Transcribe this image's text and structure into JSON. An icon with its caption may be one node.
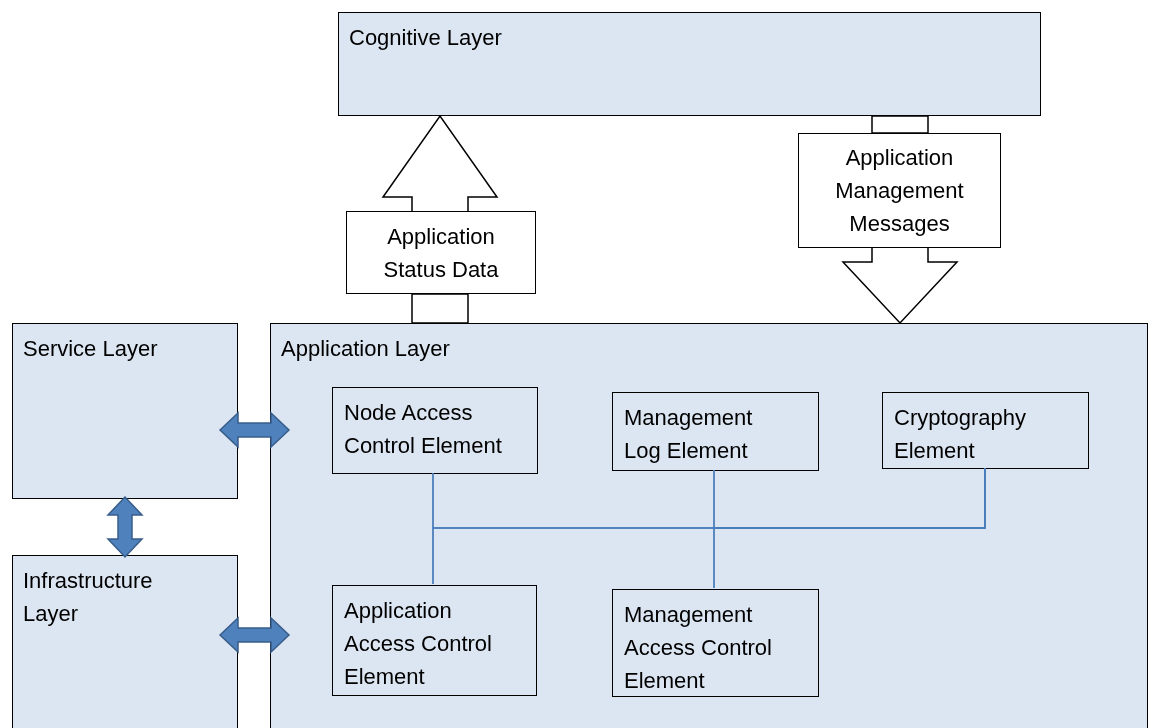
{
  "diagram": {
    "nodes": [
      {
        "text": [
          "Cognitive Layer"
        ]
      },
      {
        "text": [
          "Application Status Data"
        ]
      },
      {
        "text": [
          "Application Management Messages"
        ]
      },
      {
        "text": [
          "Service Layer"
        ]
      },
      {
        "text": [
          "Application Layer"
        ]
      },
      {
        "text": [
          "Node Access Control Element"
        ],
        "in": 4
      },
      {
        "text": [
          "Management Log Element"
        ],
        "in": 4
      },
      {
        "text": [
          "Cryptography Element"
        ],
        "in": 4
      },
      {
        "text": [
          "Infrastructure Layer"
        ]
      },
      {
        "text": [
          "Application Access Control Element"
        ],
        "in": 4
      },
      {
        "text": [
          "Management Access Control Element"
        ],
        "in": 4
      }
    ],
    "edges": [
      {
        "from": 4,
        "to": 1,
        "arrow": "none",
        "style": "thick",
        "color": "#000000"
      },
      {
        "from": 1,
        "to": 0,
        "arrow": "to",
        "style": "thick",
        "color": "#000000"
      },
      {
        "from": 0,
        "to": 2,
        "arrow": "none",
        "style": "thick",
        "color": "#000000"
      },
      {
        "from": 2,
        "to": 4,
        "arrow": "to",
        "style": "thick",
        "color": "#000000"
      },
      {
        "from": 3,
        "to": 4,
        "arrow": "both",
        "style": "thick",
        "color": "#4f81bd"
      },
      {
        "from": 8,
        "to": 4,
        "arrow": "both",
        "style": "thick",
        "color": "#4f81bd"
      },
      {
        "from": 3,
        "to": 8,
        "arrow": "both",
        "style": "thick",
        "color": "#4f81bd"
      },
      {
        "from": 5,
        "to": 9,
        "arrow": "none"
      },
      {
        "from": 6,
        "to": 10,
        "arrow": "none"
      },
      {
        "from": 7,
        "to": 5,
        "arrow": "none"
      },
      {
        "from": 7,
        "to": 9,
        "arrow": "none"
      },
      {
        "from": 7,
        "to": 6,
        "arrow": "none"
      },
      {
        "from": 7,
        "to": 10,
        "arrow": "none"
      }
    ]
  }
}
